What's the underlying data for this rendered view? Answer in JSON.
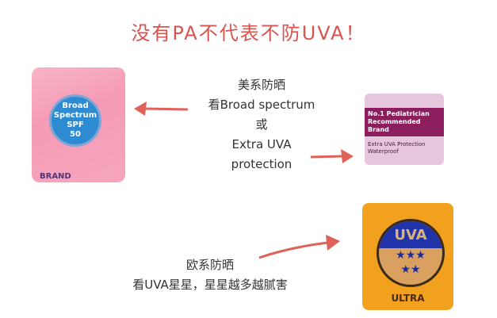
{
  "title": "没有PA不代表不防UVA！",
  "us": {
    "line1": "美系防晒",
    "line2": "看Broad spectrum",
    "line3": "或",
    "line4": "Extra UVA",
    "line5": "protection"
  },
  "eu": {
    "line1": "欧系防晒",
    "line2": "看UVA星星，星星越多越腻害"
  },
  "label_us1": {
    "l1": "Broad",
    "l2": "Spectrum",
    "l3": "SPF",
    "l4": "50",
    "brand": "BRAND"
  },
  "label_us2": {
    "band": "No.1 Pediatrician Recommended Brand",
    "sub1": "Extra UVA Protection",
    "sub2": "Waterproof"
  },
  "label_eu": {
    "top": "UVA",
    "stars_row1": "★★★",
    "stars_row2": "★★",
    "bottom": "ULTRA"
  },
  "colors": {
    "accent": "#d9534f"
  }
}
